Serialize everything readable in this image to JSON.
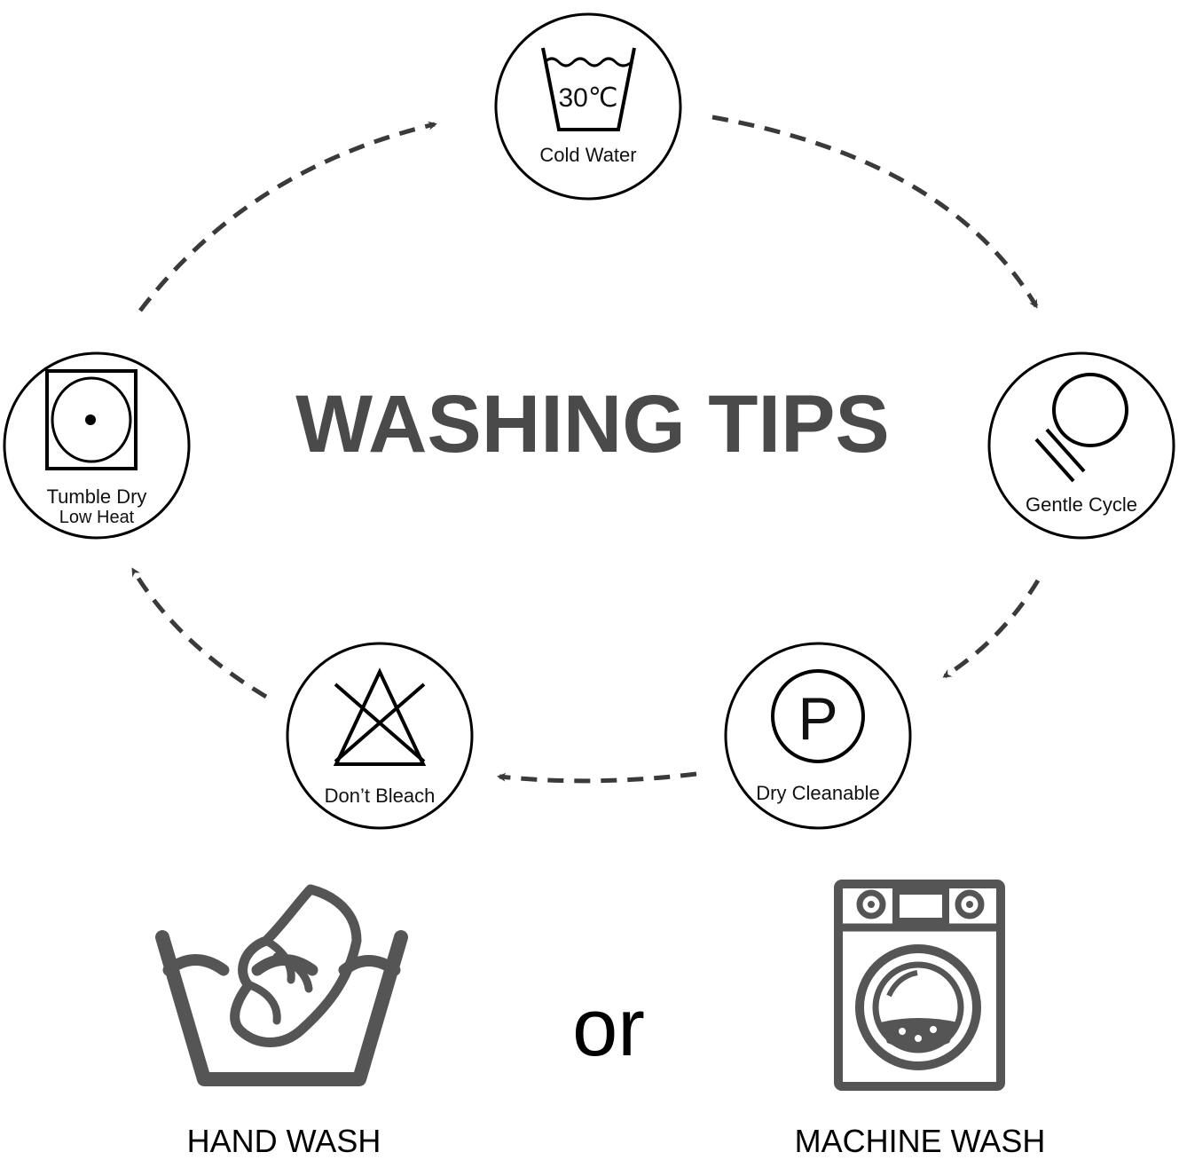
{
  "title": "WASHING TIPS",
  "symbols": {
    "cold_water": {
      "temperature": "30℃",
      "label": "Cold Water"
    },
    "gentle_cycle": {
      "label": "Gentle Cycle"
    },
    "dry_cleanable": {
      "letter": "P",
      "label": "Dry Cleanable"
    },
    "dont_bleach": {
      "label": "Don’t Bleach"
    },
    "tumble_dry": {
      "label_line1": "Tumble Dry",
      "label_line2": "Low Heat"
    }
  },
  "methods": {
    "hand_wash": "HAND WASH",
    "connector": "or",
    "machine_wash": "MACHINE WASH"
  }
}
